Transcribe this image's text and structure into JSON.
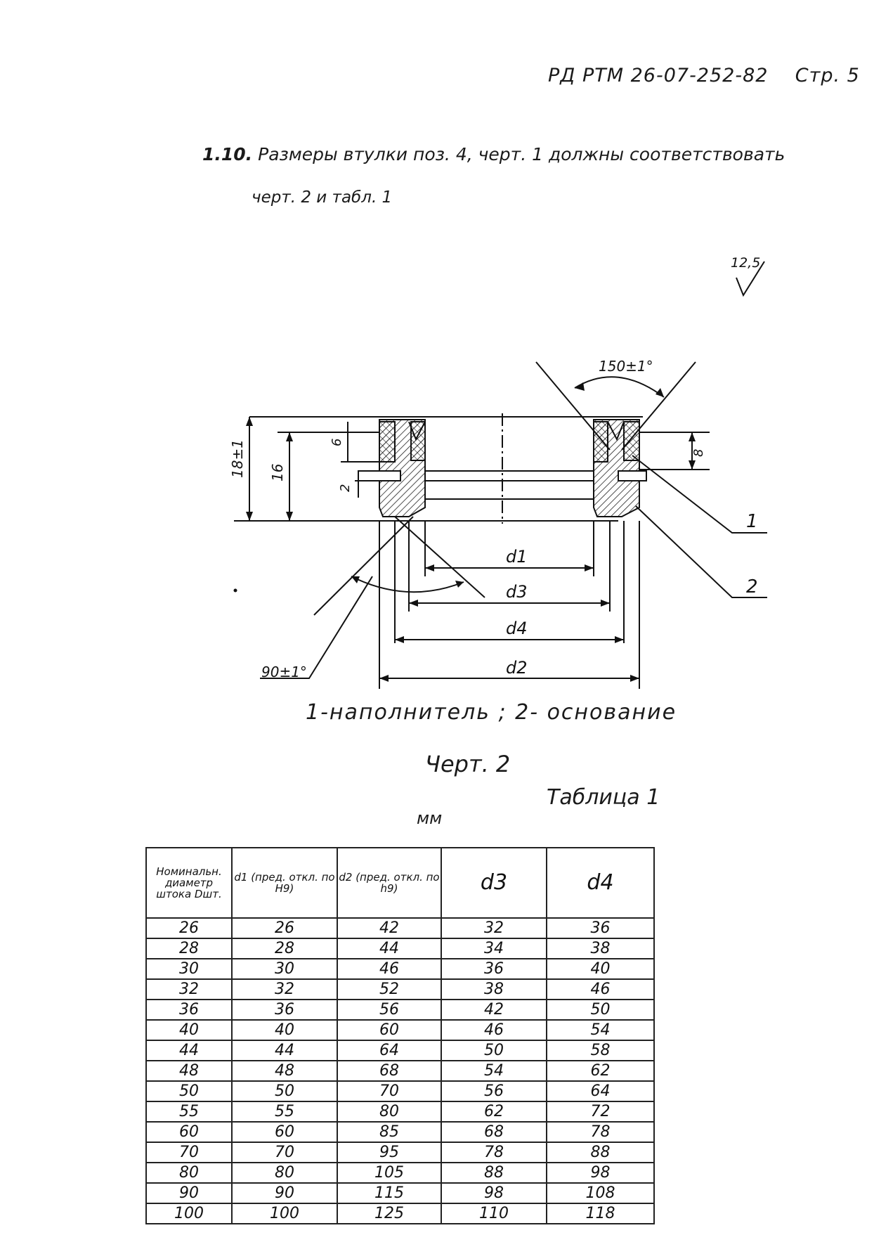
{
  "header": {
    "doc_code": "РД РТМ 26-07-252-82",
    "page": "Стр. 5"
  },
  "clause": {
    "number": "1.10.",
    "line1": "Размеры втулки поз. 4, черт. 1 должны соответствовать",
    "line2": "черт. 2  и  табл. 1"
  },
  "roughness": "12,5",
  "drawing": {
    "angle_top": "150±1°",
    "angle_bottom": "90±1°",
    "dim_height_total": "18±1",
    "dim_16": "16",
    "dim_6": "6",
    "dim_2": "2",
    "dim_8": "8",
    "d1": "d1",
    "d3": "d3",
    "d4": "d4",
    "d2": "d2",
    "callout_1": "1",
    "callout_2": "2"
  },
  "caption": "1-наполнитель ; 2- основание",
  "figure_label": "Черт. 2",
  "table_title": "Таблица 1",
  "units": "мм",
  "table": {
    "headers": [
      "Номинальн. диаметр штока Dшт.",
      "d1 (пред. откл. по H9)",
      "d2 (пред. откл. по h9)",
      "d3",
      "d4"
    ],
    "rows": [
      [
        "26",
        "26",
        "42",
        "32",
        "36"
      ],
      [
        "28",
        "28",
        "44",
        "34",
        "38"
      ],
      [
        "30",
        "30",
        "46",
        "36",
        "40"
      ],
      [
        "32",
        "32",
        "52",
        "38",
        "46"
      ],
      [
        "36",
        "36",
        "56",
        "42",
        "50"
      ],
      [
        "40",
        "40",
        "60",
        "46",
        "54"
      ],
      [
        "44",
        "44",
        "64",
        "50",
        "58"
      ],
      [
        "48",
        "48",
        "68",
        "54",
        "62"
      ],
      [
        "50",
        "50",
        "70",
        "56",
        "64"
      ],
      [
        "55",
        "55",
        "80",
        "62",
        "72"
      ],
      [
        "60",
        "60",
        "85",
        "68",
        "78"
      ],
      [
        "70",
        "70",
        "95",
        "78",
        "88"
      ],
      [
        "80",
        "80",
        "105",
        "88",
        "98"
      ],
      [
        "90",
        "90",
        "115",
        "98",
        "108"
      ],
      [
        "100",
        "100",
        "125",
        "110",
        "118"
      ]
    ]
  }
}
